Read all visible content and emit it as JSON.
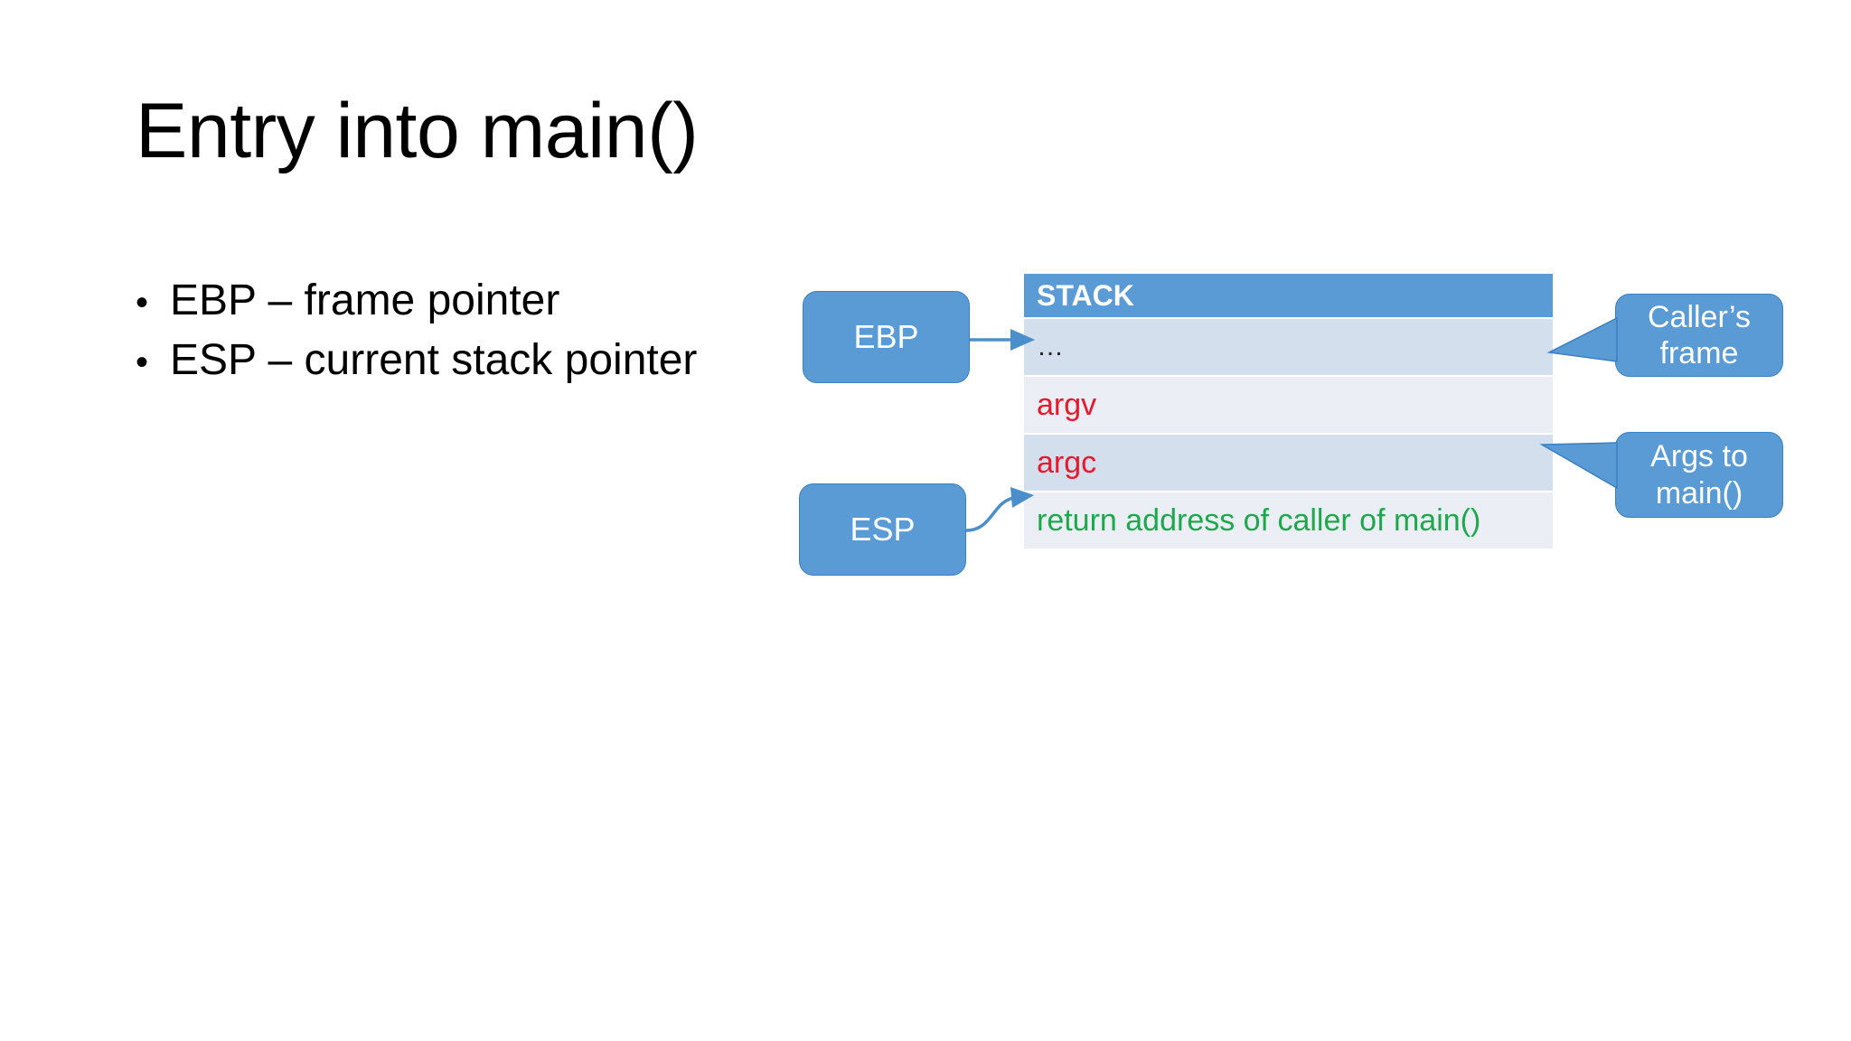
{
  "slide": {
    "title": "Entry into main()",
    "bullets": [
      {
        "marker": "•",
        "text": "EBP – frame pointer"
      },
      {
        "marker": "•",
        "text": "ESP – current stack pointer"
      }
    ]
  },
  "diagram": {
    "stack": {
      "header": "STACK",
      "rows": [
        {
          "label": "…",
          "color_role": "dots",
          "band": "dark"
        },
        {
          "label": "argv",
          "color_role": "red",
          "band": "light"
        },
        {
          "label": "argc",
          "color_role": "red",
          "band": "dark"
        },
        {
          "label": "return address of caller of main()",
          "color_role": "green",
          "band": "light"
        }
      ]
    },
    "registers": [
      {
        "label": "EBP",
        "points_to": "top of caller's frame"
      },
      {
        "label": "ESP",
        "points_to": "return address of caller of main()"
      }
    ],
    "callouts": [
      {
        "line1": "Caller’s",
        "line2": "frame",
        "points_to": "…"
      },
      {
        "line1": "Args to",
        "line2": "main()",
        "points_to": "argc"
      }
    ]
  },
  "colors": {
    "accent_blue": "#5B9BD5",
    "accent_blue_border": "#3B7FC0",
    "row_dark": "#D3DFEC",
    "row_light": "#EBEEF5",
    "text_red": "#E8192C",
    "text_green": "#1DA84C",
    "text_white": "#FFFFFF",
    "background": "#FFFFFF"
  }
}
